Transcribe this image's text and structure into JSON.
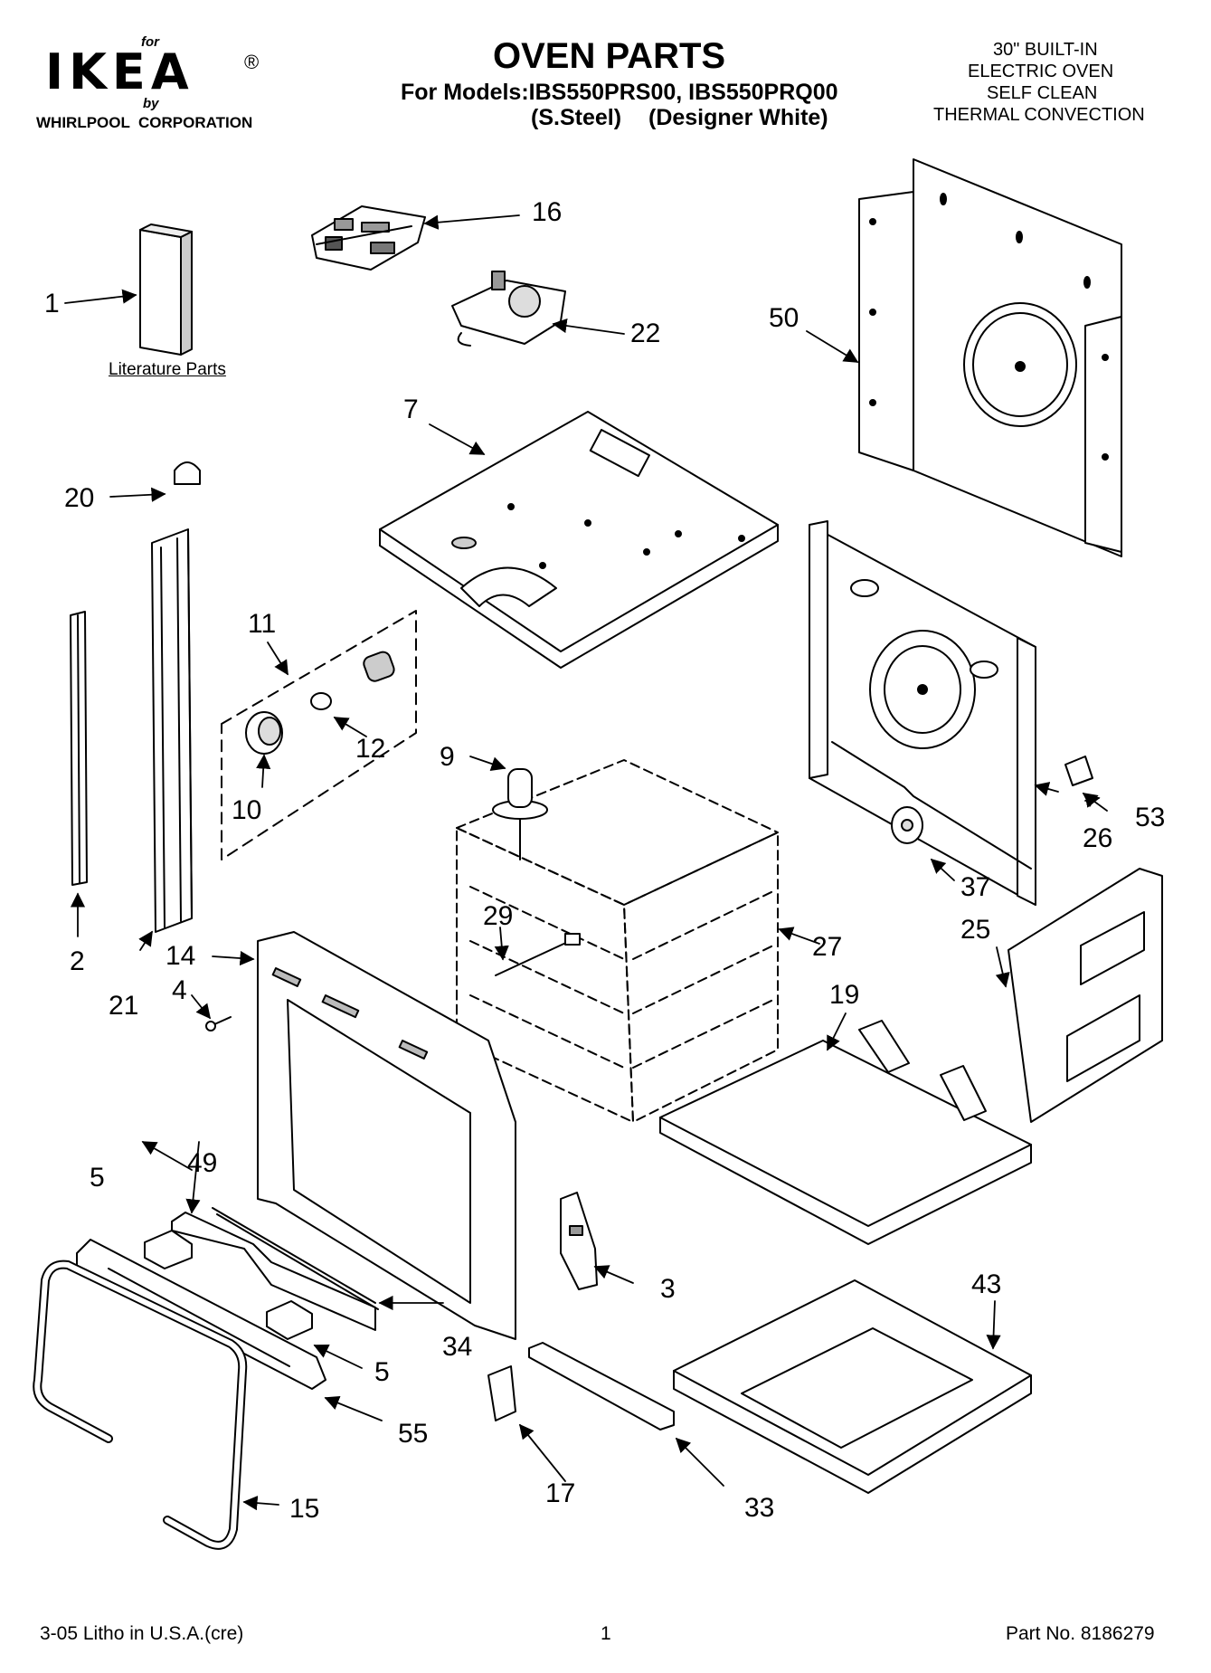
{
  "brand": {
    "for": "for",
    "logo": "IKEA",
    "reg": "®",
    "by": "by",
    "corp": "WHIRLPOOL  CORPORATION"
  },
  "title": "OVEN PARTS",
  "models_line": "For Models:IBS550PRS00, IBS550PRQ00",
  "finish_left": "(S.Steel)",
  "finish_right": "(Designer White)",
  "product": [
    "30\" BUILT-IN",
    "ELECTRIC OVEN",
    "SELF CLEAN",
    "THERMAL CONVECTION"
  ],
  "literature_parts": "Literature Parts",
  "callouts": {
    "c1": "1",
    "c2": "2",
    "c3": "3",
    "c4": "4",
    "c5a": "5",
    "c5b": "5",
    "c7": "7",
    "c9": "9",
    "c10": "10",
    "c11": "11",
    "c12": "12",
    "c14": "14",
    "c15": "15",
    "c16": "16",
    "c17": "17",
    "c19": "19",
    "c20": "20",
    "c21": "21",
    "c22": "22",
    "c25": "25",
    "c26": "26",
    "c27": "27",
    "c29": "29",
    "c33": "33",
    "c34": "34",
    "c37": "37",
    "c43": "43",
    "c49": "49",
    "c50": "50",
    "c53": "53",
    "c55": "55"
  },
  "footer": {
    "litho": "3-05 Litho in U.S.A.(cre)",
    "page": "1",
    "part_no": "Part No. 8186279"
  }
}
